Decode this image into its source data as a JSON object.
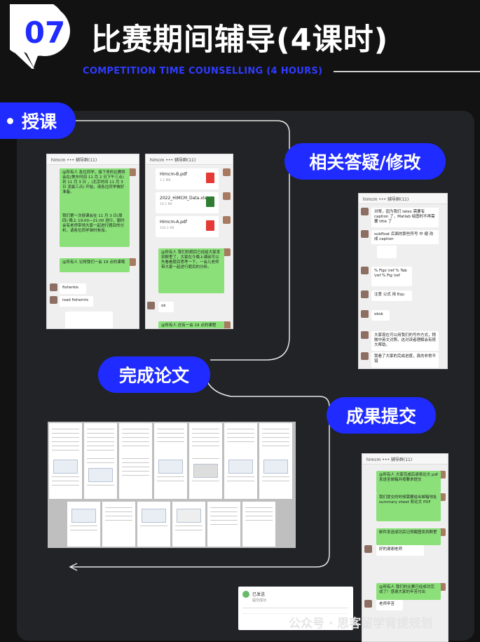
{
  "header": {
    "badge": "07",
    "title": "比赛期间辅导(4课时)",
    "subtitle": "COMPETITION TIME COUNSELLING (4 HOURS)"
  },
  "pills": {
    "teach": "授课",
    "qa": "相关答疑/修改",
    "finish": "完成论文",
    "submit": "成果提交"
  },
  "chat1": {
    "title": "himcm ••• 辅导群(11)",
    "msg1": "@所有人 各位同学，接下来的比赛将会在(美东时间 11 月 2 日下午三点) 到 11 月 3 日 ，(北京时间 11 月 3 日 凌晨三点) 开始，请各位同学做好准备。",
    "msg2": "我们第一次授课会在 11 月 3 日(周四) 晚上 19:00—21:00 进行，届时会有老师带领大家一起进行题目的分析，请各位同学准时参加。",
    "msg3": "@所有人 记得我们一会 19 点的课哦",
    "msg4": "fisherkis",
    "msg5": "load fisheriris"
  },
  "chat2": {
    "title": "himcm ••• 辅导群(11)",
    "files": [
      {
        "name": "Himcm-B.pdf",
        "size": "1.1 MB"
      },
      {
        "name": "2022_HiMCM_Data.xlsx",
        "size": "14.5 KB"
      },
      {
        "name": "Himcm-A.pdf",
        "size": "104.1 KB"
      }
    ],
    "msg1": "@所有人 我们的题目已经给大家发到群里了，大家在今晚上课前可以先看看题目思考一下，一会儿老师带大家一起进行题目的分析。",
    "msg2": "ok",
    "msg3": "@所有人 还有一会 19 点的课程"
  },
  "chat3": {
    "title": "himcm ••• 辅导群(11)",
    "msg1": "对呀，因为我们 latex 需要有 caption 了，Matlab 绘图时不再需要 title 了",
    "msg2": "subfloat 后面的那些符号 中 缩 改成 caption",
    "msg3": "% Figs \\ref  % Tab \\ref  % Fig \\ref",
    "msg4": "注意 公式 用 Equ",
    "msg5": "okok",
    "msg6": "大家现在可以用我们的写作方式，稍微中英文对照，这对读者理解会有很大帮助。",
    "msg7": "我看了大家的完成进度，真的非常不错"
  },
  "chat4": {
    "title": "himcm ••• 辅导群(11)",
    "msg1": "@所有人 大家完成后请将论文 pdf 发送至邮箱并按要求提交",
    "msg2": "我们提交的时候需要给出邮箱地址 summary sheet 和论文 PDF",
    "msg3": "邮件发送成功后记得截图发到群里",
    "msg4": "好的谢谢老师",
    "msg5": "@所有人 我们的比赛已经成功完成了！感谢大家的辛苦付出",
    "msg6": "老师辛苦"
  },
  "email": {
    "title": "已发送",
    "line": "提交成功"
  },
  "watermark": "公众号 · 思客留学背提规划",
  "colors": {
    "accent": "#1f2bff",
    "background": "#121212",
    "panel": "#222326"
  }
}
